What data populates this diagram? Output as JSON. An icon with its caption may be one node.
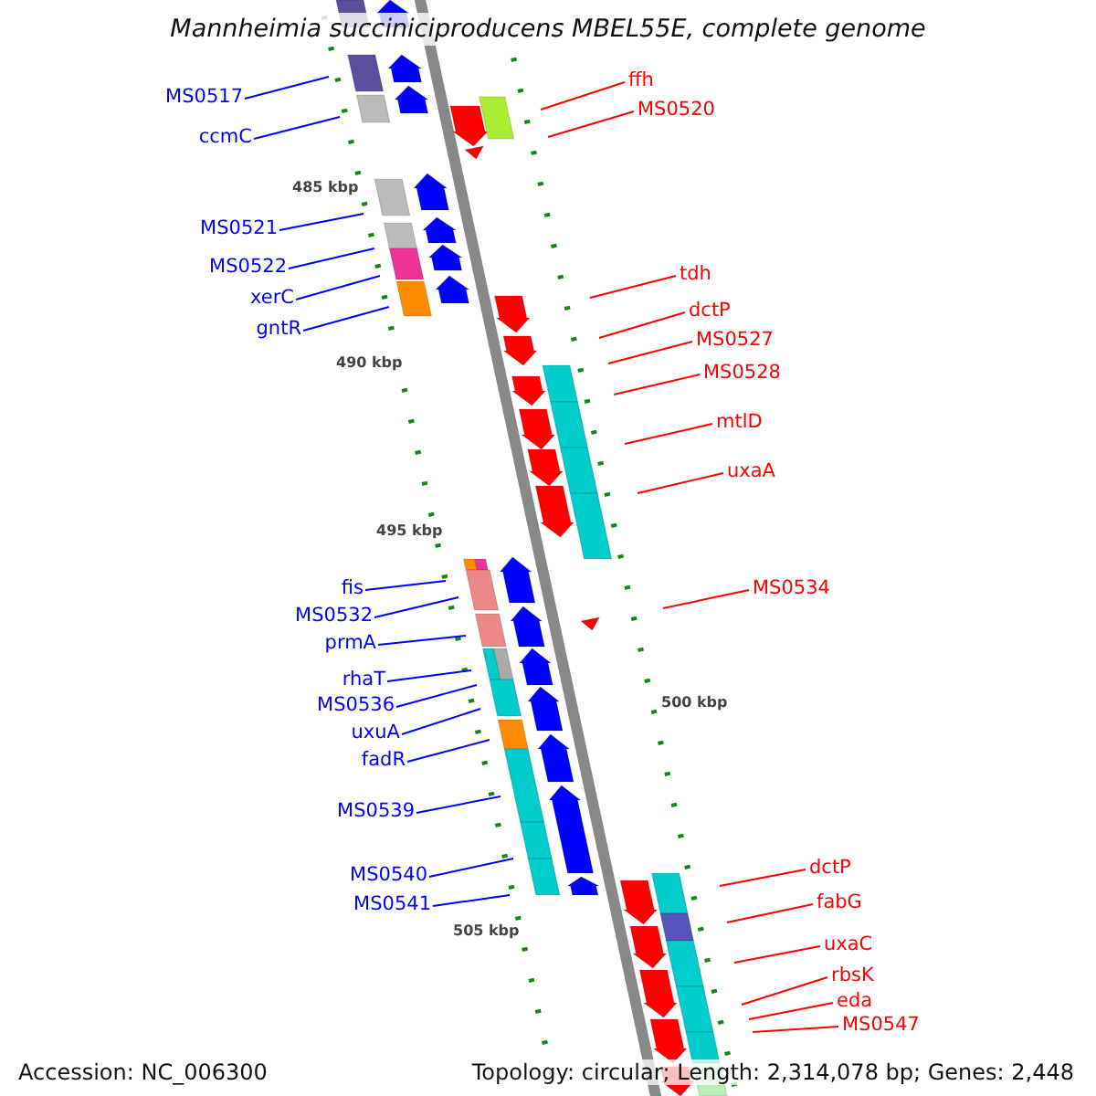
{
  "diagram": {
    "title": "Mannheimia succiniciproducens MBEL55E, complete genome",
    "nodes": [
      {
        "text": [
          "MS0517"
        ]
      },
      {
        "text": [
          "ccmC"
        ]
      },
      {
        "text": [
          "MS0521"
        ]
      },
      {
        "text": [
          "MS0522"
        ]
      },
      {
        "text": [
          "xerC"
        ]
      },
      {
        "text": [
          "gntR"
        ]
      },
      {
        "text": [
          "fis"
        ]
      },
      {
        "text": [
          "MS0532"
        ]
      },
      {
        "text": [
          "prmA"
        ]
      },
      {
        "text": [
          "rhaT"
        ]
      },
      {
        "text": [
          "MS0536"
        ]
      },
      {
        "text": [
          "uxuA"
        ]
      },
      {
        "text": [
          "fadR"
        ]
      },
      {
        "text": [
          "MS0539"
        ]
      },
      {
        "text": [
          "MS0540"
        ]
      },
      {
        "text": [
          "MS0541"
        ]
      },
      {
        "text": [
          "ffh"
        ]
      },
      {
        "text": [
          "MS0520"
        ]
      },
      {
        "text": [
          "tdh"
        ]
      },
      {
        "text": [
          "dctP"
        ]
      },
      {
        "text": [
          "MS0527"
        ]
      },
      {
        "text": [
          "MS0528"
        ]
      },
      {
        "text": [
          "mtlD"
        ]
      },
      {
        "text": [
          "uxaA"
        ]
      },
      {
        "text": [
          "MS0534"
        ]
      },
      {
        "text": [
          "dctP"
        ]
      },
      {
        "text": [
          "fabG"
        ]
      },
      {
        "text": [
          "uxaC"
        ]
      },
      {
        "text": [
          "rbsK"
        ]
      },
      {
        "text": [
          "eda"
        ]
      },
      {
        "text": [
          "MS0547"
        ]
      }
    ],
    "edges": [
      {
        "from": 0,
        "to": null,
        "arrow": "none"
      },
      {
        "from": 1,
        "to": null,
        "arrow": "none"
      },
      {
        "from": 2,
        "to": null,
        "arrow": "none"
      },
      {
        "from": 3,
        "to": null,
        "arrow": "none"
      },
      {
        "from": 4,
        "to": null,
        "arrow": "none"
      },
      {
        "from": 5,
        "to": null,
        "arrow": "none"
      },
      {
        "from": 6,
        "to": null,
        "arrow": "none"
      },
      {
        "from": 7,
        "to": null,
        "arrow": "none"
      },
      {
        "from": 8,
        "to": null,
        "arrow": "none"
      },
      {
        "from": 9,
        "to": null,
        "arrow": "none"
      },
      {
        "from": 10,
        "to": null,
        "arrow": "none"
      },
      {
        "from": 11,
        "to": null,
        "arrow": "none"
      },
      {
        "from": 12,
        "to": null,
        "arrow": "none"
      },
      {
        "from": 13,
        "to": null,
        "arrow": "none"
      },
      {
        "from": 14,
        "to": null,
        "arrow": "none"
      },
      {
        "from": 15,
        "to": null,
        "arrow": "none"
      },
      {
        "from": 16,
        "to": null,
        "arrow": "none",
        "color": "#ff0000"
      },
      {
        "from": 17,
        "to": null,
        "arrow": "none",
        "color": "#ff0000"
      },
      {
        "from": 18,
        "to": null,
        "arrow": "none",
        "color": "#ff0000"
      },
      {
        "from": 19,
        "to": null,
        "arrow": "none",
        "color": "#ff0000"
      },
      {
        "from": 20,
        "to": null,
        "arrow": "none",
        "color": "#ff0000"
      },
      {
        "from": 21,
        "to": null,
        "arrow": "none",
        "color": "#ff0000"
      },
      {
        "from": 22,
        "to": null,
        "arrow": "none",
        "color": "#ff0000"
      },
      {
        "from": 23,
        "to": null,
        "arrow": "none",
        "color": "#ff0000"
      },
      {
        "from": 24,
        "to": null,
        "arrow": "none",
        "color": "#ff0000"
      },
      {
        "from": 25,
        "to": null,
        "arrow": "none",
        "color": "#ff0000"
      },
      {
        "from": 26,
        "to": null,
        "arrow": "none",
        "color": "#ff0000"
      },
      {
        "from": 27,
        "to": null,
        "arrow": "none",
        "color": "#ff0000"
      },
      {
        "from": 28,
        "to": null,
        "arrow": "none",
        "color": "#ff0000"
      },
      {
        "from": 29,
        "to": null,
        "arrow": "none",
        "color": "#ff0000"
      },
      {
        "from": 30,
        "to": null,
        "arrow": "none",
        "color": "#ff0000"
      }
    ],
    "labels": [
      "485 kbp",
      "490 kbp",
      "495 kbp",
      "500 kbp",
      "505 kbp",
      "Accession: NC_006300",
      "Topology: circular; Length: 2,314,078 bp; Genes: 2,448"
    ]
  }
}
